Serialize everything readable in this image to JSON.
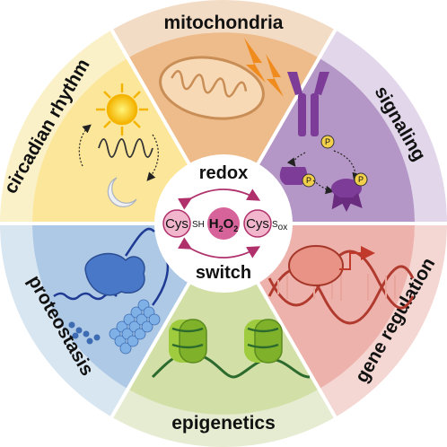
{
  "segments": {
    "mitochondria": "mitochondria",
    "signaling": "signaling",
    "gene_regulation": "gene regulation",
    "epigenetics": "epigenetics",
    "proteostasis": "proteostasis",
    "circadian": "circadian rhythm"
  },
  "hub": {
    "top": "redox",
    "bottom": "switch",
    "left_pill": "Cys",
    "left_suffix": "SH",
    "oxidant_main": "H",
    "oxidant_sub1": "2",
    "oxidant_mid": "O",
    "oxidant_sub2": "2",
    "right_pill": "Cys",
    "right_suffix": "S",
    "right_suffix_sub": "ox"
  },
  "phospho_label": "P",
  "colors": {
    "mitochondria": "#f3dcc6",
    "signaling": "#e2d7ea",
    "gene_regulation": "#f4d6d2",
    "epigenetics": "#e5ecd1",
    "proteostasis": "#d8e6f2",
    "circadian": "#faf1c8",
    "accent": "#b0306c"
  }
}
